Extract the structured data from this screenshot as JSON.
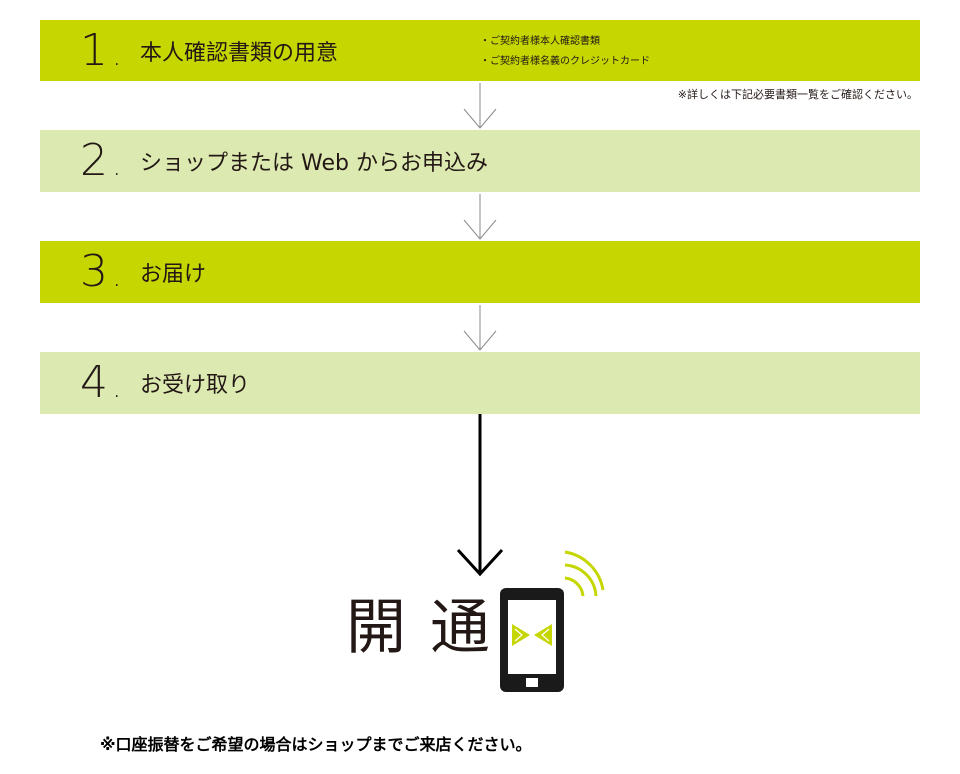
{
  "steps": [
    {
      "number": "1",
      "label": "本人確認書類の用意",
      "notes": [
        "・ご契約者様本人確認書類",
        "・ご契約者様名義のクレジットカード"
      ],
      "note_below": "※詳しくは下記必要書類一覧をご確認ください。"
    },
    {
      "number": "2",
      "label": "ショップまたは Web からお申込み"
    },
    {
      "number": "3",
      "label": "お届け"
    },
    {
      "number": "4",
      "label": "お受け取り"
    }
  ],
  "final_label": "開通",
  "footer": "※口座振替をご希望の場合はショップまでご来店ください。",
  "colors": {
    "dark_band": "#c5d600",
    "light_band": "#dce9b1",
    "accent": "#c5d600",
    "text": "#231815"
  },
  "icons": [
    "chevron-down-icon",
    "arrow-down-icon",
    "smartphone-icon",
    "wireless-signal-icon"
  ]
}
